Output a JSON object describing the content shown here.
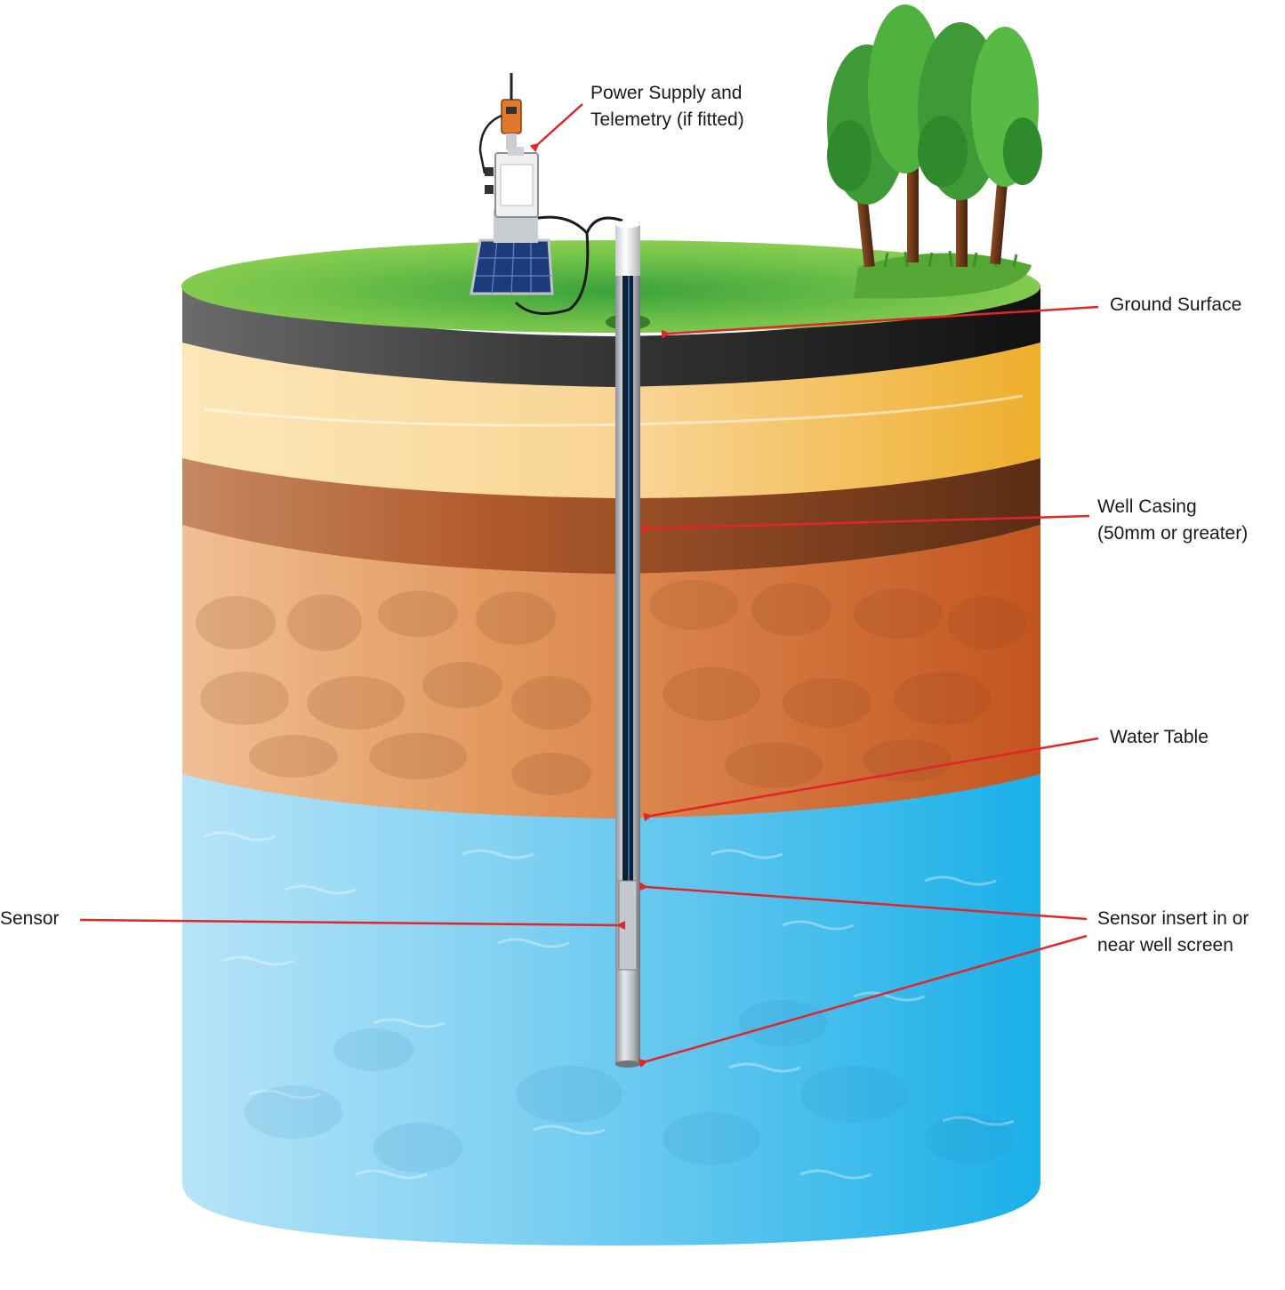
{
  "diagram": {
    "colors": {
      "arrow": "#e3242b",
      "grass": "#6cc04a",
      "topsoil": "#3c3c3c",
      "sand": "#f5c66a",
      "clay": "#8a4a22",
      "rock": "#d7884a",
      "water": "#36b8ea"
    },
    "labels": {
      "power_supply": [
        "Power Supply and",
        "Telemetry (if fitted)"
      ],
      "ground_surface": "Ground Surface",
      "well_casing": [
        "Well Casing",
        "(50mm or greater)"
      ],
      "water_table": "Water Table",
      "sensor": "Sensor",
      "sensor_insert": [
        "Sensor insert in or",
        "near well screen"
      ]
    }
  }
}
